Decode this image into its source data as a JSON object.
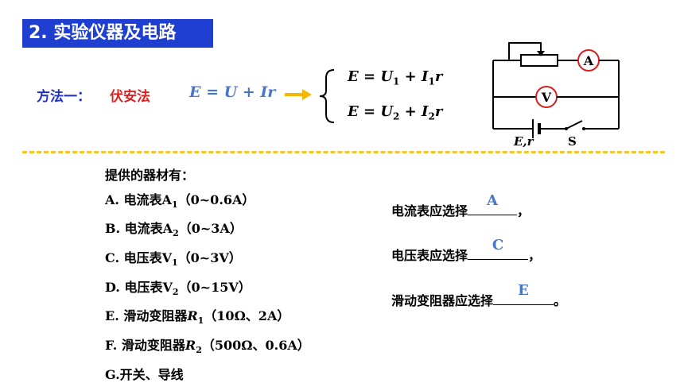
{
  "title": "2. 实验仪器及电路",
  "method": {
    "label": "方法一：",
    "name": "伏安法",
    "formula_E": "E",
    "formula_rest": " = U + Ir"
  },
  "equations": {
    "eq1": {
      "lhs": "E = U",
      "sub1": "1",
      "mid": " + I",
      "sub2": "1",
      "end": "r"
    },
    "eq2": {
      "lhs": "E = U",
      "sub1": "2",
      "mid": " + I",
      "sub2": "2",
      "end": "r"
    }
  },
  "circuit": {
    "ammeter": "A",
    "voltmeter": "V",
    "source_label": "E,r",
    "switch_label": "S"
  },
  "materials": {
    "heading": "提供的器材有：",
    "items": [
      {
        "prefix": "A. 电流表A",
        "sub": "1",
        "suffix": "（0~0.6A）"
      },
      {
        "prefix": "B. 电流表A",
        "sub": "2",
        "suffix": "（0~3A）"
      },
      {
        "prefix": "C. 电压表V",
        "sub": "1",
        "suffix": "（0~3V）"
      },
      {
        "prefix": "D. 电压表V",
        "sub": "2",
        "suffix": "（0~15V）"
      },
      {
        "prefix": "E. 滑动变阻器",
        "ital": "R",
        "sub": "1",
        "suffix": "（10Ω、2A）"
      },
      {
        "prefix": "F. 滑动变阻器",
        "ital": "R",
        "sub": "2",
        "suffix": "（500Ω、0.6A）"
      },
      {
        "prefix": "G.开关、导线",
        "sub": "",
        "suffix": ""
      }
    ]
  },
  "questions": [
    {
      "text": "电流表应选择",
      "answer": "A",
      "end": "，"
    },
    {
      "text": "电压表应选择",
      "answer": "C",
      "end": "，"
    },
    {
      "text": "滑动变阻器应选择",
      "answer": "E",
      "end": "。"
    }
  ],
  "colors": {
    "title_bg": "#1f3fd0",
    "method_blue": "#2233cc",
    "method_red": "#e02020",
    "answer_blue": "#4a76c8",
    "arrow": "#f5b800",
    "divider": "#f3c530"
  }
}
